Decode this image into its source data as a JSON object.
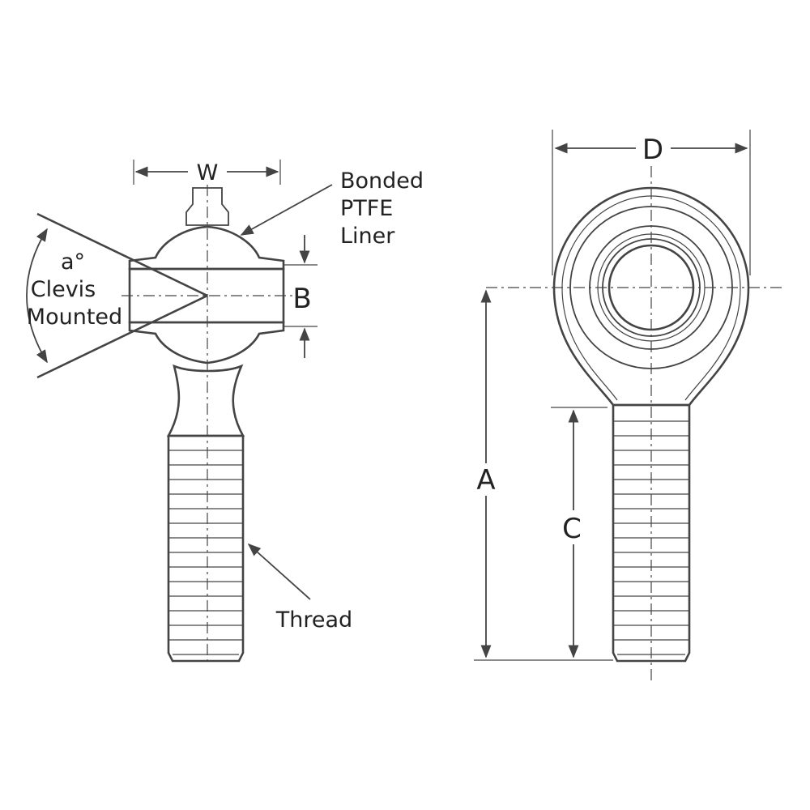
{
  "colors": {
    "line": "#444444",
    "text": "#222222",
    "background": "#ffffff"
  },
  "labels": {
    "w": "W",
    "b": "B",
    "d": "D",
    "a": "A",
    "c": "C",
    "liner_line1": "Bonded",
    "liner_line2": "PTFE",
    "liner_line3": "Liner",
    "angle": "a°",
    "clevis_line1": "Clevis",
    "clevis_line2": "Mounted",
    "thread": "Thread"
  }
}
